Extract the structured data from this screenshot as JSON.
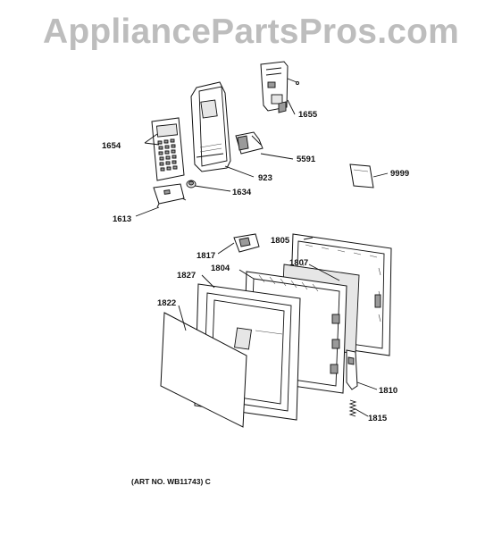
{
  "watermark": "AppliancePartsPros.com",
  "art_number": "(ART NO. WB11743) C",
  "callouts": {
    "c1655": "1655",
    "c1654": "1654",
    "c5591": "5591",
    "c923": "923",
    "c9999": "9999",
    "c1634": "1634",
    "c1613": "1613",
    "c1805": "1805",
    "c1817": "1817",
    "c1807": "1807",
    "c1827": "1827",
    "c1804": "1804",
    "c1822": "1822",
    "c1810": "1810",
    "c1815": "1815"
  }
}
